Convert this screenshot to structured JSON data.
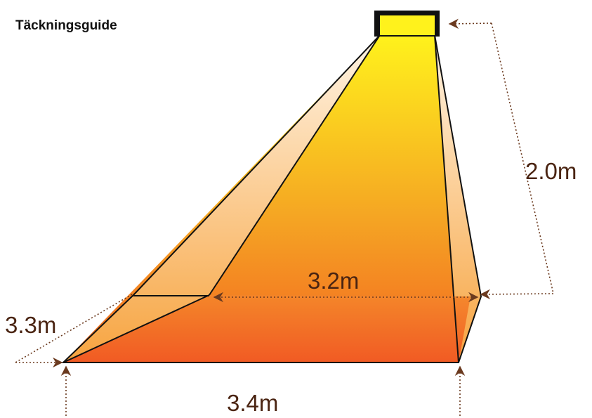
{
  "title": "Täckningsguide",
  "dimensions": {
    "height": "2.0m",
    "inner_width": "3.2m",
    "side_depth": "3.3m",
    "bottom_width": "3.4m"
  },
  "colors": {
    "light_top": "#fff21c",
    "light_mid": "#f5a623",
    "light_bottom": "#f26522",
    "side_panel_top": "#fff4e4",
    "side_panel_bottom": "#f7a440",
    "fixture": "#111111",
    "dimension_line": "#6b3a1f"
  }
}
